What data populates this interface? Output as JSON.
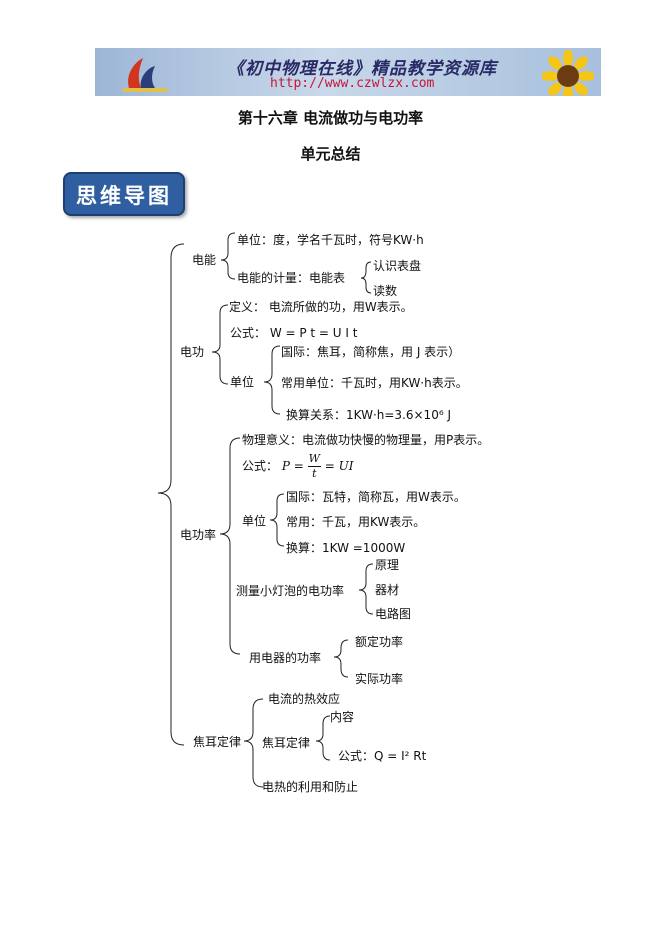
{
  "banner": {
    "title": "《初中物理在线》精品教学资源库",
    "url": "http://www.czwlzx.com"
  },
  "header": {
    "chapter_title": "第十六章   电流做功与电功率",
    "subtitle": "单元总结"
  },
  "badge": "思维导图",
  "mindmap": {
    "dianneng": "电能",
    "dianneng_unit": "单位：度，学名千瓦时，符号KW·h",
    "dianneng_measure": "电能的计量：电能表",
    "measure_1": "认识表盘",
    "measure_2": "读数",
    "diangong": "电功",
    "dg_def": "定义：  电流所做的功，用W表示。",
    "dg_formula": "公式：   W = P t = U I t",
    "dg_unit": "单位",
    "dg_unit_1": "国际：焦耳，简称焦，用 J 表示）",
    "dg_unit_2": "常用单位：千瓦时，用KW·h表示。",
    "dg_unit_3": "换算关系：1KW·h=3.6×10⁶ J",
    "diangonglv": "电功率",
    "p_meaning": "物理意义：电流做功快慢的物理量，用P表示。",
    "p_formula_label": "公式：",
    "p_formula_lhs": "P =",
    "p_formula_num": "W",
    "p_formula_den": "t",
    "p_formula_rhs": "= UI",
    "p_unit": "单位",
    "p_unit_1": "国际：瓦特，简称瓦，用W表示。",
    "p_unit_2": "常用：千瓦，用KW表示。",
    "p_unit_3": "换算：1KW =1000W",
    "p_measure": "测量小灯泡的电功率",
    "p_measure_1": "原理",
    "p_measure_2": "器材",
    "p_measure_3": "电路图",
    "p_appliance": "用电器的功率",
    "p_appliance_1": "额定功率",
    "p_appliance_2": "实际功率",
    "joule": "焦耳定律",
    "joule_1": "电流的热效应",
    "joule_law": "焦耳定律",
    "joule_law_1": "内容",
    "joule_law_2": "公式：Q = I² Rt",
    "joule_2": "电热的利用和防止"
  }
}
